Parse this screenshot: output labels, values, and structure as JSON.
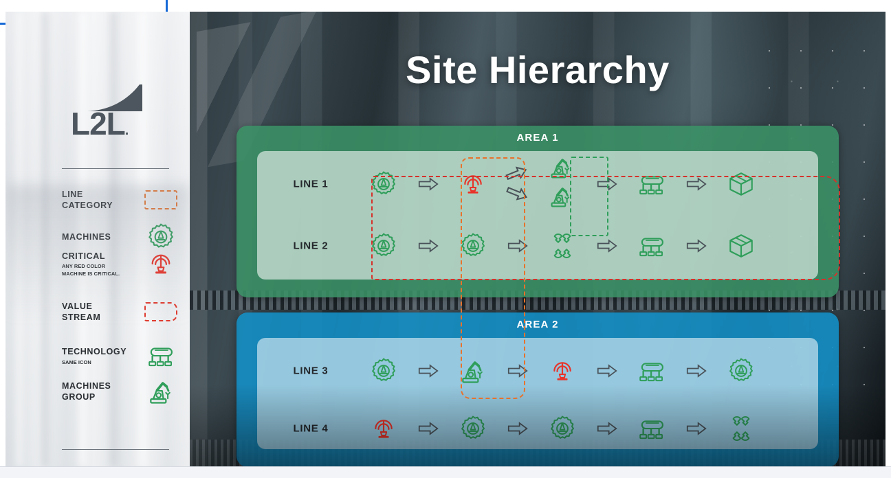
{
  "slide": {
    "title": "Site Hierarchy",
    "brand": {
      "name": "L2L",
      "dot": "."
    }
  },
  "legend": {
    "items": [
      {
        "label": "LINE\nCATEGORY",
        "line1": "LINE",
        "line2": "CATEGORY",
        "sub": "",
        "icon": "orange-dashed-rectangle-icon"
      },
      {
        "label": "MACHINES",
        "line1": "MACHINES",
        "line2": "",
        "sub": "",
        "icon": "gear-machine-icon"
      },
      {
        "label": "CRITICAL",
        "line1": "CRITICAL",
        "line2": "",
        "sub": "ANY RED COLOR\nMACHINE IS CRITICAL.",
        "sub_line1": "ANY RED COLOR",
        "sub_line2": "MACHINE IS CRITICAL.",
        "icon": "critical-press-icon"
      },
      {
        "label": "VALUE STREAM",
        "line1": "VALUE",
        "line2": "STREAM",
        "sub": "",
        "icon": "red-dashed-rectangle-icon"
      },
      {
        "label": "TECHNOLOGY",
        "line1": "TECHNOLOGY",
        "line2": "",
        "sub": "SAME ICON",
        "sub_line1": "SAME ICON",
        "sub_line2": "",
        "icon": "conveyor-icon"
      },
      {
        "label": "MACHINES GROUP",
        "line1": "MACHINES",
        "line2": "GROUP",
        "sub": "",
        "icon": "robot-arm-icon"
      }
    ]
  },
  "areas": [
    {
      "name": "AREA 1",
      "color": "#3a9267",
      "lines": [
        {
          "name": "LINE 1",
          "steps": [
            {
              "icon": "gear-machine-icon",
              "state": "normal"
            },
            {
              "icon": "arrow-right-icon",
              "state": "arrow"
            },
            {
              "icon": "critical-press-icon",
              "state": "critical"
            },
            {
              "icon": "arrow-branch-icon",
              "state": "arrow"
            },
            {
              "icon": "robot-arm-group-icon",
              "state": "grouped"
            },
            {
              "icon": "arrow-right-icon",
              "state": "arrow"
            },
            {
              "icon": "conveyor-icon",
              "state": "normal"
            },
            {
              "icon": "arrow-right-icon",
              "state": "arrow"
            },
            {
              "icon": "package-box-icon",
              "state": "normal"
            }
          ]
        },
        {
          "name": "LINE 2",
          "steps": [
            {
              "icon": "gear-machine-icon",
              "state": "normal"
            },
            {
              "icon": "arrow-right-icon",
              "state": "arrow"
            },
            {
              "icon": "gear-machine-icon",
              "state": "normal"
            },
            {
              "icon": "arrow-right-icon",
              "state": "arrow"
            },
            {
              "icon": "crossed-wrenches-icon",
              "state": "normal"
            },
            {
              "icon": "arrow-right-icon",
              "state": "arrow"
            },
            {
              "icon": "conveyor-icon",
              "state": "normal"
            },
            {
              "icon": "arrow-right-icon",
              "state": "arrow"
            },
            {
              "icon": "package-box-icon",
              "state": "normal"
            }
          ]
        }
      ]
    },
    {
      "name": "AREA 2",
      "color": "#148ec4",
      "lines": [
        {
          "name": "LINE 3",
          "steps": [
            {
              "icon": "gear-machine-icon",
              "state": "normal"
            },
            {
              "icon": "arrow-right-icon",
              "state": "arrow"
            },
            {
              "icon": "robot-arm-icon",
              "state": "normal"
            },
            {
              "icon": "arrow-right-icon",
              "state": "arrow"
            },
            {
              "icon": "critical-press-icon",
              "state": "critical"
            },
            {
              "icon": "arrow-right-icon",
              "state": "arrow"
            },
            {
              "icon": "conveyor-icon",
              "state": "normal"
            },
            {
              "icon": "arrow-right-icon",
              "state": "arrow"
            },
            {
              "icon": "gear-machine-icon",
              "state": "normal"
            }
          ]
        },
        {
          "name": "LINE 4",
          "steps": [
            {
              "icon": "critical-press-icon",
              "state": "critical"
            },
            {
              "icon": "arrow-right-icon",
              "state": "arrow"
            },
            {
              "icon": "gear-machine-icon",
              "state": "normal"
            },
            {
              "icon": "arrow-right-icon",
              "state": "arrow"
            },
            {
              "icon": "gear-machine-icon",
              "state": "normal"
            },
            {
              "icon": "arrow-right-icon",
              "state": "arrow"
            },
            {
              "icon": "conveyor-icon",
              "state": "normal"
            },
            {
              "icon": "arrow-right-icon",
              "state": "arrow"
            },
            {
              "icon": "crossed-wrenches-icon",
              "state": "normal"
            }
          ]
        }
      ]
    }
  ],
  "annotations": {
    "value_stream_box": "value-stream-dashed-box",
    "machines_group_box": "machines-group-dashed-box",
    "line_category_box": "line-category-dashed-box"
  },
  "colors": {
    "green": "#2f9e5a",
    "red": "#e8342a",
    "orange": "#e8722b",
    "area1": "#3a9267",
    "area2": "#148ec4",
    "guide_blue": "#1769d6"
  }
}
